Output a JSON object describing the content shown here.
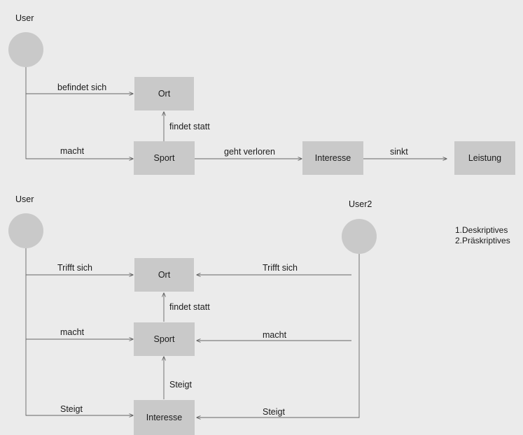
{
  "diagram1": {
    "user_label": "User",
    "boxes": {
      "ort": "Ort",
      "sport": "Sport",
      "interesse": "Interesse",
      "leistung": "Leistung"
    },
    "edges": {
      "befindet_sich": "befindet sich",
      "macht": "macht",
      "findet_statt": "findet statt",
      "geht_verloren": "geht verloren",
      "sinkt": "sinkt"
    }
  },
  "diagram2": {
    "user_label": "User",
    "user2_label": "User2",
    "boxes": {
      "ort": "Ort",
      "sport": "Sport",
      "interesse": "Interesse"
    },
    "edges": {
      "trifft_sich_left": "Trifft sich",
      "macht_left": "macht",
      "steigt_left": "Steigt",
      "trifft_sich_right": "Trifft sich",
      "macht_right": "macht",
      "steigt_right": "Steigt",
      "findet_statt": "findet statt",
      "steigt_vertical": "Steigt"
    }
  },
  "notes": [
    "1.Deskriptives",
    "2.Präskriptives"
  ],
  "colors": {
    "background": "#ebebeb",
    "node_fill": "#c9c9c9",
    "line": "#666666",
    "text": "#1a1a1a"
  }
}
